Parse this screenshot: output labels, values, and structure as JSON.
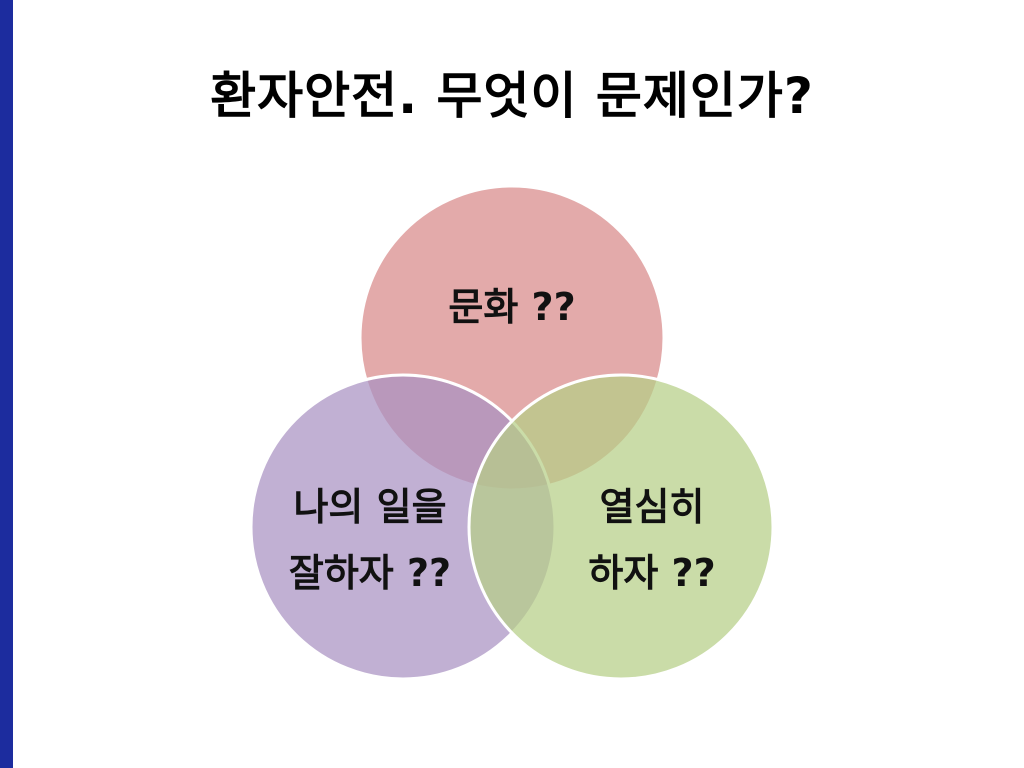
{
  "slide": {
    "title": "환자안전. 무엇이 문제인가?"
  },
  "venn": {
    "circles": [
      {
        "id": "top",
        "label_lines": [
          "문화 ??"
        ],
        "color": "#d98d8d"
      },
      {
        "id": "left",
        "label_lines": [
          "나의 일을",
          "잘하자 ??"
        ],
        "color": "#a992c2"
      },
      {
        "id": "right",
        "label_lines": [
          "열심히",
          "하자 ??"
        ],
        "color": "#bcd48f"
      }
    ]
  },
  "colors": {
    "left_bar": "#1c2c9e",
    "background": "#ffffff",
    "circle_outline": "#ffffff"
  }
}
